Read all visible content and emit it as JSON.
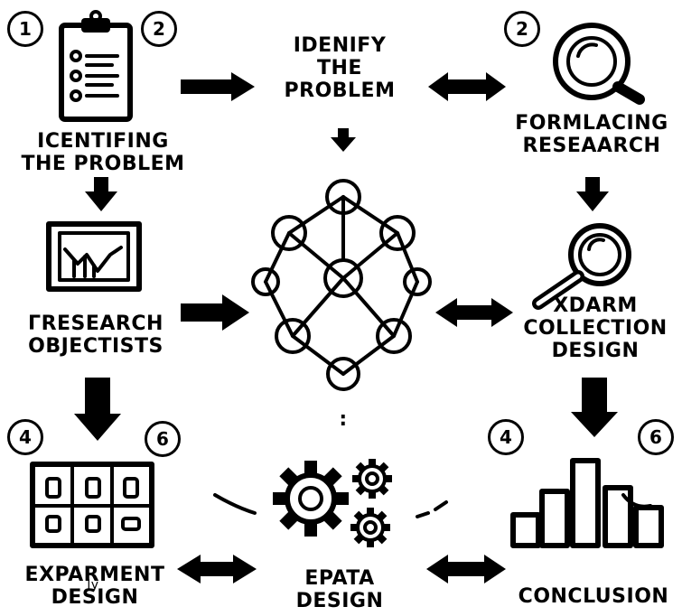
{
  "numbers": {
    "top_left_a": "1",
    "top_left_b": "2",
    "top_right": "2",
    "bottom_left_a": "4",
    "bottom_left_b": "6",
    "bottom_right_a": "4",
    "bottom_right_b": "6"
  },
  "labels": {
    "identifying_line1": "ICENTIFING",
    "identifying_line2": "THE PROBLEM",
    "idenify_line1": "IDENIFY",
    "idenify_line2": "THE",
    "idenify_line3": "PROBLEM",
    "formlacing_line1": "FORMLACING",
    "formlacing_line2": "RESEAARCH",
    "research_line1": "ΓRESEARCH",
    "research_line2": "OBJECTISTS",
    "xdarm_line1": "XDARM",
    "xdarm_line2": "COLLECTION",
    "xdarm_line3": "DESIGN",
    "expariment_line1": "EXPARMENT",
    "expariment_line2": "DESIGN",
    "expariment_scribble": "ly",
    "epata_line1": "EPATA",
    "epata_line2": "DESIGN",
    "conclusion": "CONCLUSION",
    "dot": ":"
  },
  "icons": {
    "clipboard": "clipboard-checklist-icon",
    "magnifier_top": "magnifying-glass-icon",
    "chart_board": "line-chart-board-icon",
    "network": "network-graph-icon",
    "magnifier_mid": "magnifying-glass-icon",
    "grid": "grid-cells-icon",
    "gears": "gears-icon",
    "bar_chart": "bar-chart-icon"
  },
  "colors": {
    "ink": "#000000",
    "background": "#ffffff"
  }
}
